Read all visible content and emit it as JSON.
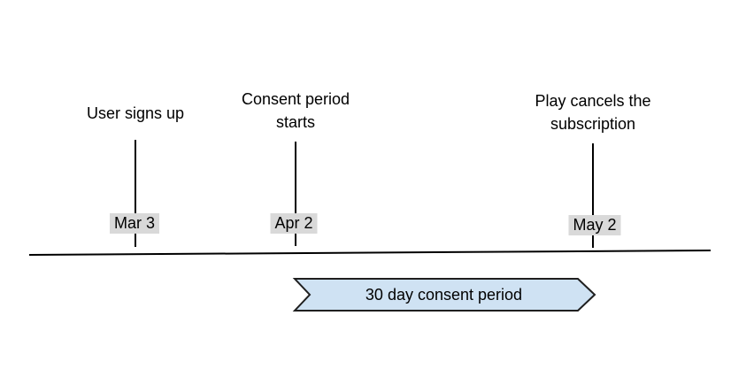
{
  "diagram": {
    "events": [
      {
        "label": "User signs up",
        "date": "Mar 3"
      },
      {
        "label": "Consent period starts",
        "date": "Apr 2"
      },
      {
        "label": "Play cancels the subscription",
        "date": "May 2"
      }
    ],
    "banner": {
      "label": "30 day consent period"
    },
    "colors": {
      "banner_fill": "#cfe2f3",
      "banner_stroke": "#1f1f1f",
      "date_label_bg": "#d9d9d9",
      "line": "#000000",
      "text": "#000000",
      "background": "#ffffff"
    }
  }
}
